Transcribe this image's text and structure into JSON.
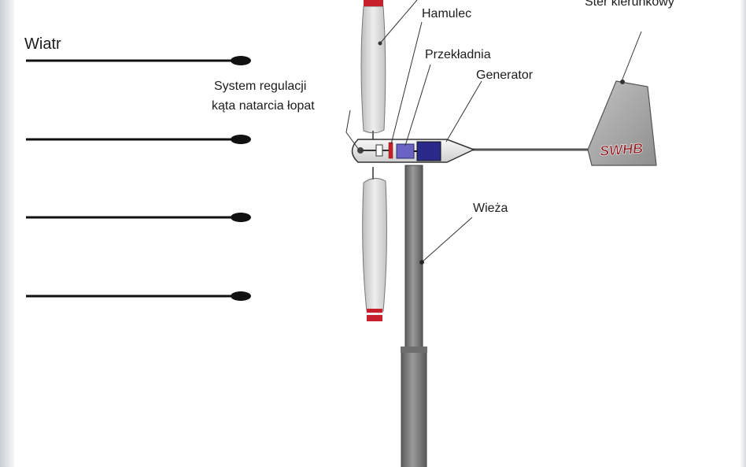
{
  "labels": {
    "wind": "Wiatr",
    "pitch_line1": "System regulacji",
    "pitch_line2": "kąta natarcia łopat",
    "brake": "Hamulec",
    "gearbox": "Przekładnia",
    "generator": "Generator",
    "tail_vane": "Ster kierunkowy",
    "tower": "Wieża",
    "vane_logo": "SWHB"
  },
  "colors": {
    "background": "#ffffff",
    "arrow": "#111111",
    "blade": "#d9d9d9",
    "blade_tip": "#c8202a",
    "tower": "#7d7d7d",
    "nacelle": "#e8e8e8",
    "generator": "#2a2a8a",
    "gearbox": "#6b62c6",
    "brake": "#c8202a",
    "vane": "#a9a9a9"
  }
}
